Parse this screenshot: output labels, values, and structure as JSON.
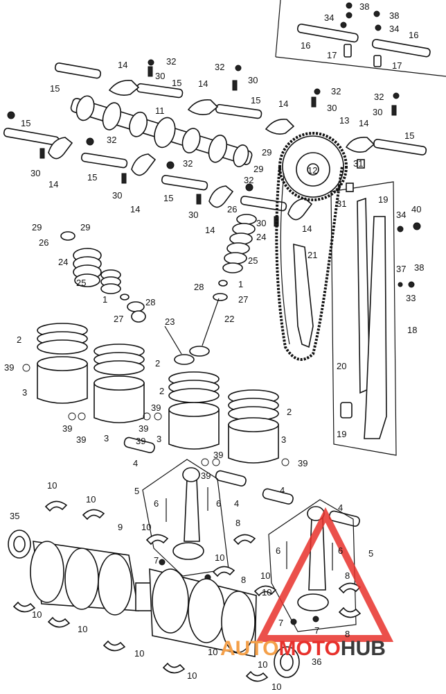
{
  "labels": [
    {
      "text": "38"
    },
    {
      "text": "38"
    },
    {
      "text": "34"
    },
    {
      "text": "34"
    },
    {
      "text": "16"
    },
    {
      "text": "16"
    },
    {
      "text": "17"
    },
    {
      "text": "17"
    },
    {
      "text": "14"
    },
    {
      "text": "32"
    },
    {
      "text": "30"
    },
    {
      "text": "32"
    },
    {
      "text": "30"
    },
    {
      "text": "15"
    },
    {
      "text": "15"
    },
    {
      "text": "14"
    },
    {
      "text": "15"
    },
    {
      "text": "32"
    },
    {
      "text": "14"
    },
    {
      "text": "30"
    },
    {
      "text": "32"
    },
    {
      "text": "30"
    },
    {
      "text": "11"
    },
    {
      "text": "13"
    },
    {
      "text": "14"
    },
    {
      "text": "15"
    },
    {
      "text": "15"
    },
    {
      "text": "32"
    },
    {
      "text": "30"
    },
    {
      "text": "14"
    },
    {
      "text": "15"
    },
    {
      "text": "32"
    },
    {
      "text": "30"
    },
    {
      "text": "14"
    },
    {
      "text": "29"
    },
    {
      "text": "29"
    },
    {
      "text": "12"
    },
    {
      "text": "31"
    },
    {
      "text": "31"
    },
    {
      "text": "19"
    },
    {
      "text": "15"
    },
    {
      "text": "32"
    },
    {
      "text": "30"
    },
    {
      "text": "14"
    },
    {
      "text": "26"
    },
    {
      "text": "30"
    },
    {
      "text": "14"
    },
    {
      "text": "34"
    },
    {
      "text": "40"
    },
    {
      "text": "29"
    },
    {
      "text": "29"
    },
    {
      "text": "26"
    },
    {
      "text": "24"
    },
    {
      "text": "24"
    },
    {
      "text": "21"
    },
    {
      "text": "25"
    },
    {
      "text": "25"
    },
    {
      "text": "37"
    },
    {
      "text": "38"
    },
    {
      "text": "33"
    },
    {
      "text": "28"
    },
    {
      "text": "1"
    },
    {
      "text": "1"
    },
    {
      "text": "28"
    },
    {
      "text": "27"
    },
    {
      "text": "27"
    },
    {
      "text": "22"
    },
    {
      "text": "23"
    },
    {
      "text": "18"
    },
    {
      "text": "2"
    },
    {
      "text": "2"
    },
    {
      "text": "39"
    },
    {
      "text": "3"
    },
    {
      "text": "2"
    },
    {
      "text": "20"
    },
    {
      "text": "39"
    },
    {
      "text": "2"
    },
    {
      "text": "39"
    },
    {
      "text": "39"
    },
    {
      "text": "39"
    },
    {
      "text": "3"
    },
    {
      "text": "39"
    },
    {
      "text": "3"
    },
    {
      "text": "3"
    },
    {
      "text": "19"
    },
    {
      "text": "4"
    },
    {
      "text": "39"
    },
    {
      "text": "39"
    },
    {
      "text": "39"
    },
    {
      "text": "5"
    },
    {
      "text": "10"
    },
    {
      "text": "6"
    },
    {
      "text": "6"
    },
    {
      "text": "4"
    },
    {
      "text": "4"
    },
    {
      "text": "10"
    },
    {
      "text": "35"
    },
    {
      "text": "9"
    },
    {
      "text": "10"
    },
    {
      "text": "8"
    },
    {
      "text": "4"
    },
    {
      "text": "6"
    },
    {
      "text": "6"
    },
    {
      "text": "5"
    },
    {
      "text": "7"
    },
    {
      "text": "10"
    },
    {
      "text": "8"
    },
    {
      "text": "10"
    },
    {
      "text": "8"
    },
    {
      "text": "10"
    },
    {
      "text": "10"
    },
    {
      "text": "7"
    },
    {
      "text": "7"
    },
    {
      "text": "8"
    },
    {
      "text": "10"
    },
    {
      "text": "10"
    },
    {
      "text": "36"
    },
    {
      "text": "10"
    },
    {
      "text": "10"
    },
    {
      "text": "10"
    },
    {
      "text": "10"
    }
  ],
  "watermark": {
    "part1": "AUTO",
    "part2": "MOTO",
    "part3": "HUB",
    "color_red": "#e8312c",
    "color_orange": "#f4a04a",
    "color_gray": "#3a3a3a"
  }
}
